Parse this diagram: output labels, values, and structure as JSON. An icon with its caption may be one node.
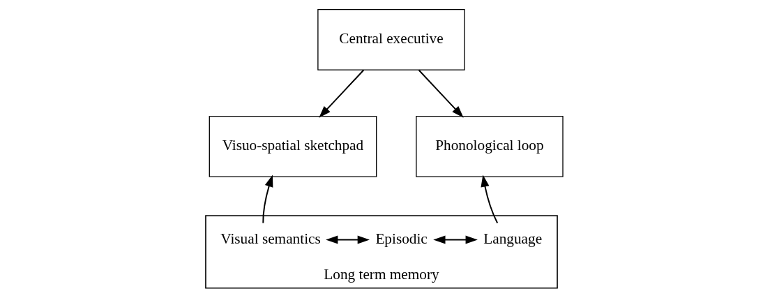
{
  "diagram": {
    "nodes": [
      {
        "text": [
          "Central executive"
        ]
      },
      {
        "text": [
          "Visuo-spatial sketchpad"
        ]
      },
      {
        "text": [
          "Phonological loop"
        ]
      },
      {
        "text": [
          "Long term memory"
        ]
      },
      {
        "text": [
          "Visual semantics"
        ],
        "in": 3
      },
      {
        "text": [
          "Episodic"
        ],
        "in": 3
      },
      {
        "text": [
          "Language"
        ],
        "in": 3
      }
    ],
    "edges": [
      {
        "from": 0,
        "to": 1,
        "arrow": "to"
      },
      {
        "from": 0,
        "to": 2,
        "arrow": "to"
      },
      {
        "from": 4,
        "to": 1,
        "arrow": "to"
      },
      {
        "from": 6,
        "to": 2,
        "arrow": "to"
      },
      {
        "from": 4,
        "to": 5,
        "arrow": "both"
      },
      {
        "from": 5,
        "to": 6,
        "arrow": "both"
      }
    ]
  }
}
